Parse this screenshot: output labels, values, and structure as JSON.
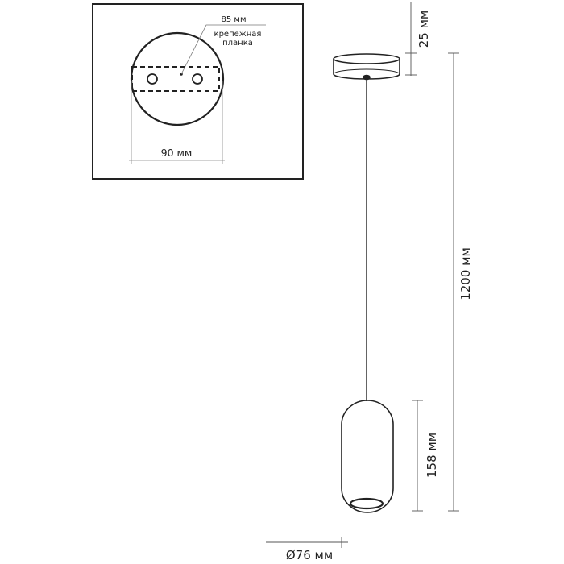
{
  "mount_plate": {
    "bracket_width": "85 мм",
    "bracket_label_line1": "крепежная",
    "bracket_label_line2": "планка",
    "canopy_diameter": "90 мм"
  },
  "lamp": {
    "canopy_height": "25 мм",
    "total_height": "1200 мм",
    "shade_height": "158 мм",
    "shade_diameter": "Ø76 мм"
  },
  "colors": {
    "line": "#222222",
    "thin": "#666666"
  }
}
